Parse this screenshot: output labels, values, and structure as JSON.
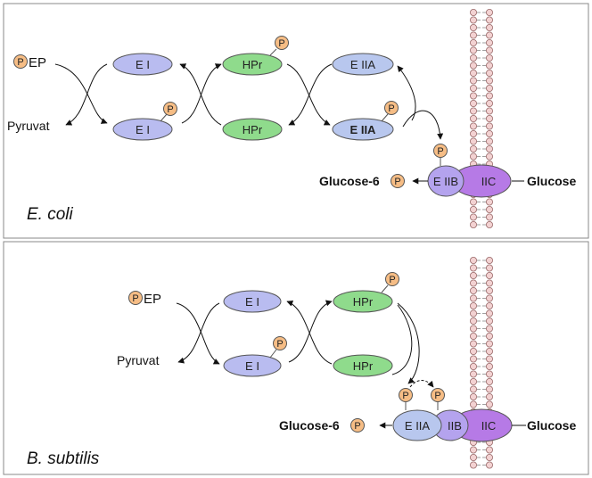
{
  "colors": {
    "enzyme_e1": "#b9bcf0",
    "hpr": "#8fdb8c",
    "e2a": "#b8c7ee",
    "e2b": "#b4a3ee",
    "e2c": "#b67ae6",
    "phosphate": "#f6bd85",
    "membrane_head": "#f3d2d2",
    "stroke": "#555555",
    "panel_border": "#888888"
  },
  "ecoli": {
    "organism": "E. coli",
    "pep_suffix": "EP",
    "pyruvat": "Pyruvat",
    "glucose6": "Glucose-6",
    "glucose": "Glucose",
    "e1_top": "E I",
    "e1_bottom": "E I",
    "hpr_top": "HPr",
    "hpr_bottom": "HPr",
    "e2a_top": "E IIA",
    "e2a_bottom": "E IIA",
    "e2b": "E IIB",
    "e2c": "IIC",
    "p": "P"
  },
  "bsubtilis": {
    "organism": "B. subtilis",
    "pep_suffix": "EP",
    "pyruvat": "Pyruvat",
    "glucose6": "Glucose-6",
    "glucose": "Glucose",
    "e1_top": "E I",
    "e1_bottom": "E I",
    "hpr_top": "HPr",
    "hpr_bottom": "HPr",
    "e2a": "E IIA",
    "e2b": "IIB",
    "e2c": "IIC",
    "p": "P"
  }
}
